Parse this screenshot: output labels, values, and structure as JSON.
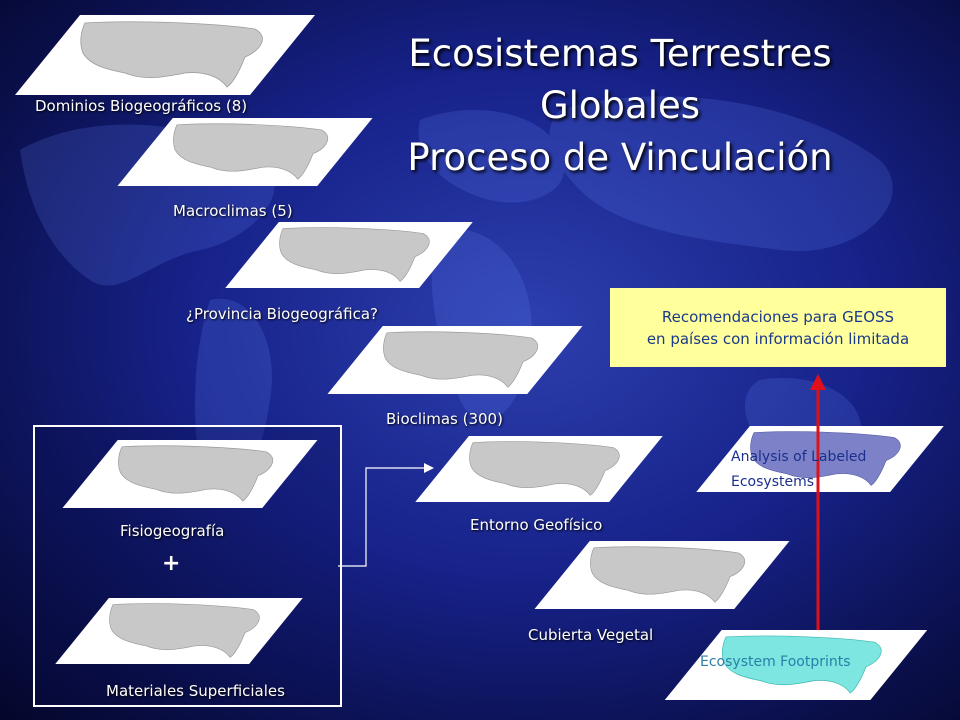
{
  "title": {
    "line1": "Ecosistemas Terrestres Globales",
    "line2": "Proceso de Vinculación"
  },
  "layers": [
    {
      "label": "Dominios Biogeográficos (8)",
      "map": "us-map-relief"
    },
    {
      "label": "Macroclimas (5)",
      "map": "us-map-relief"
    },
    {
      "label": "¿Provincia Biogeográfica?",
      "map": "us-map-relief"
    },
    {
      "label": "Bioclimas (300)",
      "map": "us-map-relief"
    },
    {
      "label": "Fisiogeografía",
      "map": "us-map-relief"
    },
    {
      "label": "Materiales Superficiales",
      "map": "us-map-relief"
    },
    {
      "label": "Entorno Geofísico",
      "map": "us-map-relief"
    },
    {
      "label": "Cubierta Vegetal",
      "map": "us-map-relief"
    },
    {
      "label": "Analysis of Labeled",
      "label2": "Ecosystems",
      "map": "us-map-labeled"
    },
    {
      "label": "Ecosystem Footprints",
      "map": "us-map-footprints"
    }
  ],
  "plus_sign": "+",
  "recommendation": {
    "line1": "Recomendaciones para GEOSS",
    "line2": "en países con información limitada"
  },
  "colors": {
    "plane": "#ffffff",
    "map_relief": "#c8c8c8",
    "map_labeled": "#7d82c8",
    "map_footprints": "#7de6e0",
    "arrow": "#e0101a",
    "box": "#ffff9c"
  }
}
